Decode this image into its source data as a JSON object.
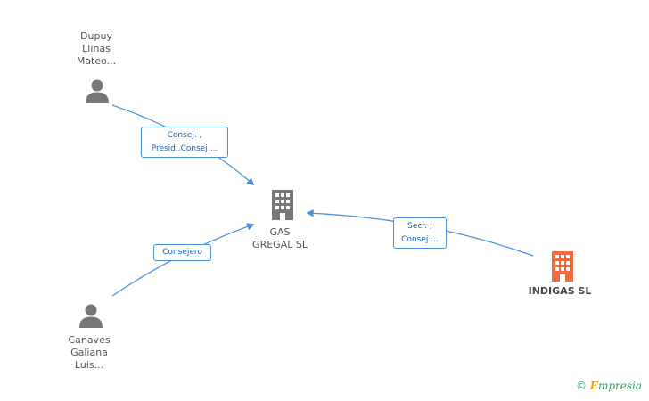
{
  "nodes": {
    "dupuy": {
      "label": "Dupuy\nLlinas\nMateo..."
    },
    "canaves": {
      "label": "Canaves\nGaliana\nLuis..."
    },
    "gas_gregal": {
      "label": "GAS\nGREGAL SL"
    },
    "indigas": {
      "label": "INDIGAS SL"
    }
  },
  "edges": {
    "dupuy_gas": {
      "label": "Consej. ,\nPresid.,Consej...."
    },
    "canaves_gas": {
      "label": "Consejero"
    },
    "indigas_gas": {
      "label": "Secr. ,\nConsej...."
    }
  },
  "colors": {
    "person_icon": "#777777",
    "company_icon": "#777777",
    "focus_company_icon": "#f26a3d",
    "edge": "#4a90d9"
  },
  "watermark": {
    "copyright": "©",
    "brand_initial": "E",
    "brand_rest": "mpresia"
  }
}
